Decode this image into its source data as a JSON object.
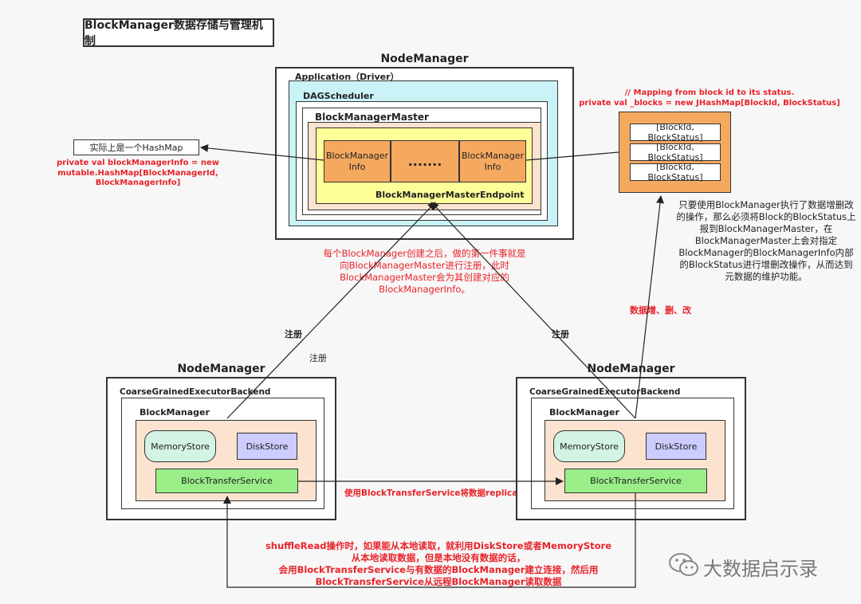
{
  "title": "BlockManager数据存储与管理机制",
  "driver": {
    "node_manager": "NodeManager",
    "application": "Application（Driver）",
    "dag_scheduler": "DAGScheduler",
    "bmm": "BlockManagerMaster",
    "info_left": "BlockManager Info",
    "info_mid": ".......",
    "info_right": "BlockManager Info",
    "endpoint": "BlockManagerMasterEndpoint"
  },
  "hashmap": {
    "label": "实际上是一个HashMap",
    "code_line1": "private val blockManagerInfo = new",
    "code_line2": "mutable.HashMap[BlockManagerId, BlockManagerInfo]"
  },
  "status_map": {
    "comment": "// Mapping from block id to its status.",
    "code": "private val _blocks = new JHashMap[BlockId, BlockStatus]",
    "rows": [
      "[BlockId, BlockStatus]",
      "[BlockId, BlockStatus]",
      "[BlockId, BlockStatus]"
    ]
  },
  "right_note": "只要使用BlockManager执行了数据增删改的操作，那么必须将Block的BlockStatus上报到BlockManagerMaster，在BlockManagerMaster上会对指定BlockManager的BlockManagerInfo内部的BlockStatus进行增删改操作，从而达到元数据的维护功能。",
  "center_note": "每个BlockManager创建之后，做的第一件事就是向BlockManagerMaster进行注册，此时BlockManagerMaster会为其创建对应的BlockManagerInfo。",
  "labels": {
    "register_left": "注册",
    "register_left2": "注册",
    "register_right": "注册",
    "data_crud": "数据增、删、改",
    "replicate": "使用BlockTransferService将数据replicate"
  },
  "executors": [
    {
      "node_manager": "NodeManager",
      "backend": "CoarseGrainedExecutorBackend",
      "block_manager": "BlockManager",
      "memory_store": "MemoryStore",
      "disk_store": "DiskStore",
      "transfer": "BlockTransferService"
    },
    {
      "node_manager": "NodeManager",
      "backend": "CoarseGrainedExecutorBackend",
      "block_manager": "BlockManager",
      "memory_store": "MemoryStore",
      "disk_store": "DiskStore",
      "transfer": "BlockTransferService"
    }
  ],
  "bottom_note": {
    "line1": "shuffleRead操作时，如果能从本地读取，就利用DiskStore或者MemoryStore",
    "line2": "从本地读取数据，但是本地没有数据的话，",
    "line3": "会用BlockTransferService与有数据的BlockManager建立连接，然后用",
    "line4": "BlockTransferService从远程BlockManager读取数据"
  },
  "watermark": "大数据启示录",
  "colors": {
    "application_bg": "#c9f3f6",
    "bmm_bg": "#fbe3cf",
    "endpoint_bg": "#ffff99",
    "info_bg": "#f5a95f",
    "status_bg": "#f5a95f",
    "memory_bg": "#d3f3e4",
    "disk_bg": "#ccccff",
    "transfer_bg": "#99ee88",
    "red": "#e8232a"
  }
}
